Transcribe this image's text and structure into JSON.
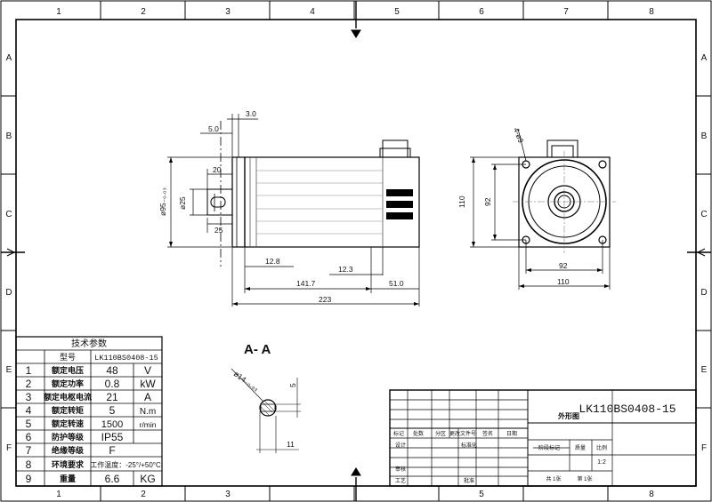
{
  "grid": {
    "columns": [
      "1",
      "2",
      "3",
      "4",
      "5",
      "6",
      "7",
      "8"
    ],
    "rows": [
      "A",
      "B",
      "C",
      "D",
      "E",
      "F"
    ]
  },
  "side_view": {
    "dims": {
      "d_3_0": "3.0",
      "d_5_0": "5.0",
      "d_20": "20",
      "d_phi25": "ø25",
      "d_25": "25",
      "d_phi95": "ø95₋₀.₀₃",
      "d_12_8": "12.8",
      "d_12_3": "12.3",
      "d_141_7": "141.7",
      "d_51_0": "51.0",
      "d_223": "223"
    }
  },
  "front_view": {
    "dims": {
      "holes": "4-ø9",
      "d_110_v": "110",
      "d_92_v": "92",
      "d_92_h": "92",
      "d_110_h": "110"
    }
  },
  "section": {
    "label": "A- A",
    "dims": {
      "d_phi14": "ø14₋₀.₀₃",
      "d_5": "5",
      "d_11": "11"
    }
  },
  "params_table": {
    "title": "技术参数",
    "rows": [
      {
        "no": "",
        "label": "型号",
        "value": "LK110BS0408-15",
        "unit": ""
      },
      {
        "no": "1",
        "label": "额定电压",
        "value": "48",
        "unit": "V"
      },
      {
        "no": "2",
        "label": "额定功率",
        "value": "0.8",
        "unit": "kW"
      },
      {
        "no": "3",
        "label": "额定电枢电流",
        "value": "21",
        "unit": "A"
      },
      {
        "no": "4",
        "label": "额定转矩",
        "value": "5",
        "unit": "N.m"
      },
      {
        "no": "5",
        "label": "额定转速",
        "value": "1500",
        "unit": "r/min"
      },
      {
        "no": "6",
        "label": "防护等级",
        "value": "IP55",
        "unit": ""
      },
      {
        "no": "7",
        "label": "绝缘等级",
        "value": "F",
        "unit": ""
      },
      {
        "no": "8",
        "label": "环境要求",
        "value": "工作温度：-25°/+50°C",
        "unit": ""
      },
      {
        "no": "9",
        "label": "重量",
        "value": "6.6",
        "unit": "KG"
      }
    ]
  },
  "title_block": {
    "model": "LK110BS0408-15",
    "drawing_name": "外形图",
    "labels": {
      "mark": "标记",
      "count": "处数",
      "zone": "分区",
      "change_doc": "更改文件号",
      "sign": "签名",
      "date": "日期",
      "design": "设计",
      "standardize": "标准化",
      "review": "审核",
      "process": "工艺",
      "approve": "批准",
      "stage_mark": "阶段标记",
      "weight": "质量",
      "scale": "比例",
      "scale_value": "1:2",
      "sheets_total": "共 1张",
      "sheet_no": "第 1张"
    }
  }
}
